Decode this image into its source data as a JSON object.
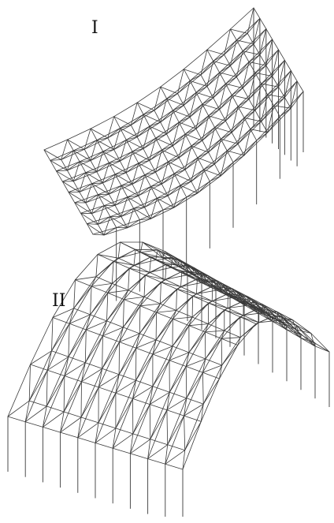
{
  "figure": {
    "panels": [
      {
        "id": "I",
        "label": "I",
        "type": "saddle / cylindrical shell space truss on columns"
      },
      {
        "id": "II",
        "label": "II",
        "type": "barrel vault space truss on columns"
      }
    ],
    "colors": {
      "line": "#3a3a3a",
      "background": "#ffffff"
    }
  }
}
